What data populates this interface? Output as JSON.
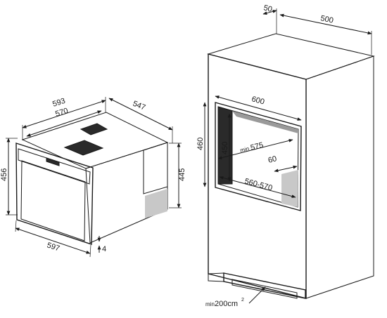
{
  "oven": {
    "width_total": "593",
    "width_body": "570",
    "depth": "547",
    "height_front": "456",
    "height_body": "445",
    "front_width": "597",
    "front_offset": "4"
  },
  "cabinet": {
    "top_offset": "50",
    "top_depth": "500",
    "niche_width": "600",
    "niche_height_outer": "460",
    "niche_height_inner": "450",
    "min_depth_label": "min",
    "min_depth_value": "575",
    "side_depth": "60",
    "inner_width": "560-570",
    "vent_label": "min",
    "vent_value": "200cm",
    "vent_superscript": "2"
  }
}
